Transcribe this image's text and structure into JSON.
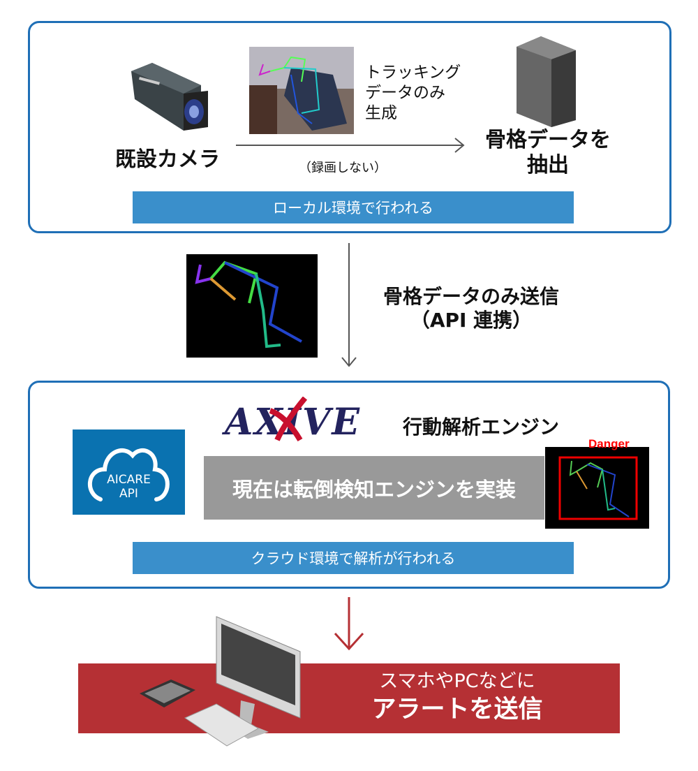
{
  "local": {
    "camera_label": "既設カメラ",
    "tracking_lines": [
      "トラッキング",
      "データのみ",
      "生成"
    ],
    "no_record": "（録画しない）",
    "extract_lines": [
      "骨格データを",
      "抽出"
    ],
    "bar": "ローカル環境で行われる"
  },
  "transfer": {
    "lines": [
      "骨格データのみ送信",
      "（API 連携）"
    ]
  },
  "cloud": {
    "api_logo": [
      "AICARE",
      "API"
    ],
    "engine_logo": "AXIVE",
    "engine_label": "行動解析エンジン",
    "implemented": "現在は転倒検知エンジンを実装",
    "danger": "Danger",
    "bar": "クラウド環境で解析が行われる"
  },
  "alert": {
    "line1": "スマホやPCなどに",
    "line2": "アラートを送信"
  },
  "colors": {
    "frame": "#1f6fb6",
    "bar": "#3a8fcb",
    "alert": "#b53034",
    "danger": "#ff0000"
  }
}
